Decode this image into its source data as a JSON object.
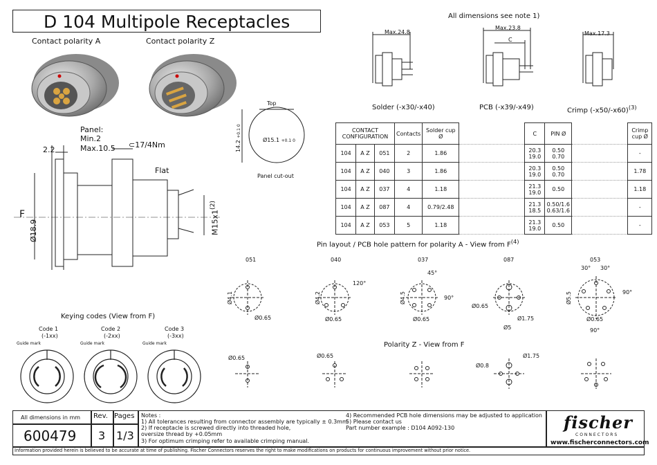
{
  "title": "D 104 Multipole Receptacles",
  "dimensions_note": "All dimensions see note 1)",
  "polarity": {
    "a": "Contact polarity A",
    "z": "Contact polarity Z"
  },
  "side_views": {
    "solder": {
      "label": "Solder (-x30/-x40)",
      "max": "Max.24.8"
    },
    "pcb": {
      "label": "PCB (-x39/-x49)",
      "max": "Max.23.8",
      "c": "C"
    },
    "crimp": {
      "label": "Crimp (-x50/-x60)",
      "max": "Max.17.3",
      "note": "(3)"
    }
  },
  "main_drawing": {
    "panel": "Panel:",
    "min": "Min.2",
    "max": "Max.10.5",
    "torque": "17/4Nm",
    "dim_22": "2.2",
    "flat": "Flat",
    "f": "F",
    "diameter": "Ø18.9",
    "thread": "M15x1",
    "thread_note": "(2)"
  },
  "cutout": {
    "top": "Top",
    "height": "14.2",
    "height_tol": "+0.1 0",
    "diameter": "Ø15.1",
    "diameter_tol": "+0.1 0",
    "label": "Panel cut-out"
  },
  "config_table": {
    "headers": [
      "CONTACT CONFIGURATION",
      "Contacts",
      "Solder cup Ø",
      "C",
      "PIN Ø",
      "Crimp cup Ø"
    ],
    "rows": [
      {
        "series": "104",
        "pol": "A Z",
        "code": "051",
        "contacts": "2",
        "solder": "1.86",
        "c": "20.3 19.0",
        "pin": "0.50 0.70",
        "crimp": "-"
      },
      {
        "series": "104",
        "pol": "A Z",
        "code": "040",
        "contacts": "3",
        "solder": "1.86",
        "c": "20.3 19.0",
        "pin": "0.50 0.70",
        "crimp": "1.78"
      },
      {
        "series": "104",
        "pol": "A Z",
        "code": "037",
        "contacts": "4",
        "solder": "1.18",
        "c": "21.3 19.0",
        "pin": "0.50",
        "crimp": "1.18"
      },
      {
        "series": "104",
        "pol": "A Z",
        "code": "087",
        "contacts": "4",
        "solder": "0.79/2.48",
        "c": "21.3 18.5",
        "pin": "0.50/1.6 0.63/1.6",
        "crimp": "-"
      },
      {
        "series": "104",
        "pol": "A Z",
        "code": "053",
        "contacts": "5",
        "solder": "1.18",
        "c": "21.3 19.0",
        "pin": "0.50",
        "crimp": "-"
      }
    ]
  },
  "pin_layout": {
    "title": "Pin layout / PCB hole pattern for polarity A - View from F",
    "title_note": "(4)",
    "codes": [
      "051",
      "040",
      "037",
      "087",
      "053"
    ],
    "dims": {
      "d051": "Ø4.1",
      "h051": "Ø0.65",
      "d040": "Ø4.2",
      "h040": "Ø0.65",
      "a040": "120°",
      "d037": "Ø4.5",
      "h037": "Ø0.65",
      "a037a": "45°",
      "a037b": "90°",
      "d087a": "Ø0.65",
      "d087b": "Ø1.75",
      "d087c": "Ø5",
      "d053": "Ø5.5",
      "h053": "Ø0.65",
      "a053a": "30°",
      "a053b": "30°",
      "a053c": "90°",
      "a053d": "90°"
    }
  },
  "polarity_z": {
    "title": "Polarity Z - View from F",
    "dims": {
      "d051": "Ø0.65",
      "d040": "Ø0.65",
      "d087a": "Ø0.8",
      "d087b": "Ø1.75"
    }
  },
  "keying": {
    "title": "Keying codes (View from F)",
    "guide": "Guide mark",
    "codes": [
      {
        "name": "Code 1",
        "sub": "(-1xx)"
      },
      {
        "name": "Code 2",
        "sub": "(-2xx)"
      },
      {
        "name": "Code 3",
        "sub": "(-3xx)"
      }
    ]
  },
  "title_block": {
    "units": "All dimensions in mm",
    "rev_label": "Rev.",
    "pages_label": "Pages",
    "part": "600479",
    "rev": "3",
    "pages": "1/3",
    "notes_title": "Notes :",
    "notes_left": [
      "1) All tolerances resulting from connector assembly are typically ± 0.3mm",
      "2) If receptacle is screwed directly into threaded hole,",
      "oversize thread by +0.05mm",
      "3) For optimum crimping refer to available crimping manual."
    ],
    "notes_right": [
      "4) Recommended PCB hole dimensions may be adjusted to application",
      "5) Please contact us",
      "Part number example : D104 A092-130"
    ],
    "brand": "fischer",
    "brand_sub": "CONNECTORS",
    "website": "www.fischerconnectors.com",
    "disclaimer": "Information provided herein is believed to be accurate at time of publishing. Fischer Connectors reserves the right to make modifications on products for continuous improvement without prior notice."
  }
}
